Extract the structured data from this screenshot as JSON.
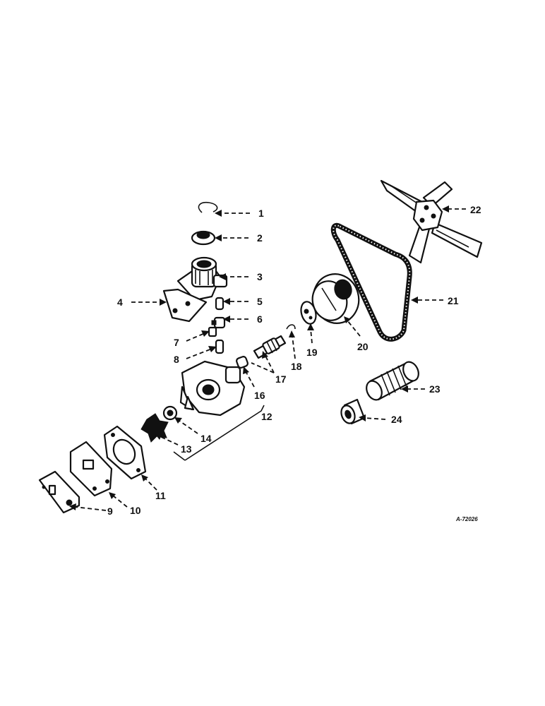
{
  "diagram": {
    "reference_code": "A-72026",
    "callouts": [
      "1",
      "2",
      "3",
      "4",
      "5",
      "6",
      "7",
      "8",
      "9",
      "10",
      "11",
      "12",
      "13",
      "14",
      "16",
      "17",
      "18",
      "19",
      "20",
      "21",
      "22",
      "23",
      "24"
    ]
  }
}
